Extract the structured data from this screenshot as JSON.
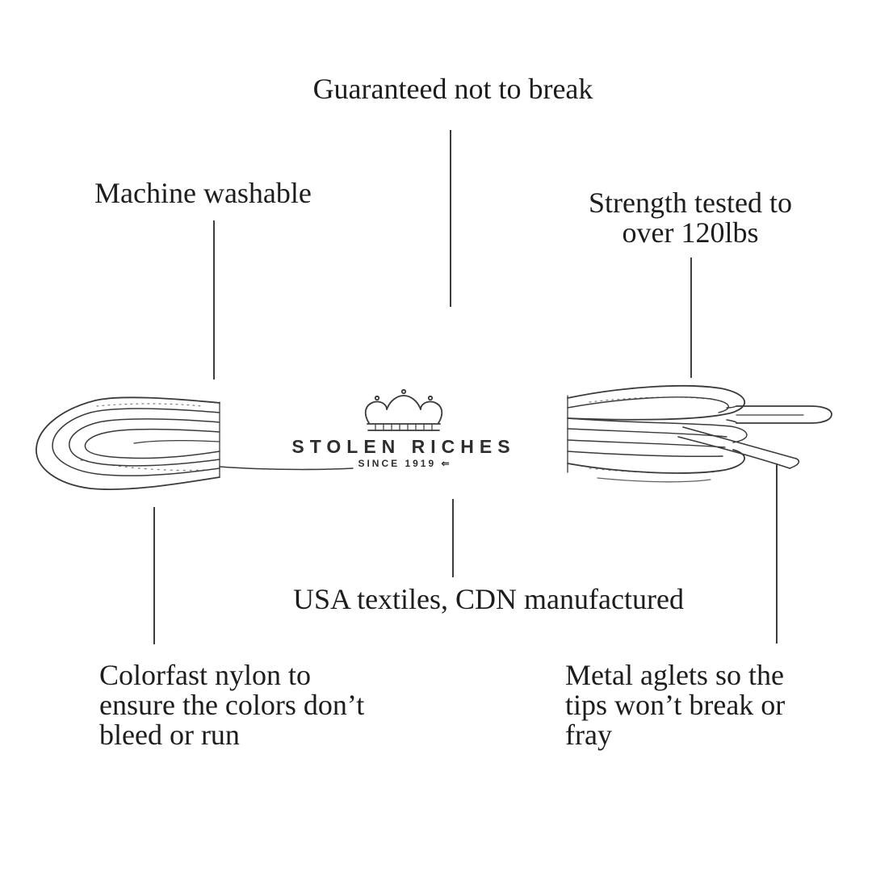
{
  "page": {
    "background": "#ffffff",
    "ink": "#1d1d1d",
    "sketch_stroke": "#3a3a3a"
  },
  "brand": {
    "name": "STOLEN RICHES",
    "tagline": "SINCE 1919",
    "tagline_arrow": "⇐",
    "crown_icon": "crown-icon"
  },
  "callouts": {
    "guaranteed": {
      "label": "Guaranteed not to break"
    },
    "machine_washable": {
      "label": "Machine washable"
    },
    "strength": {
      "lines": [
        "Strength tested to",
        "over 120lbs"
      ]
    },
    "usa": {
      "label": "USA textiles, CDN manufactured"
    },
    "colorfast": {
      "lines": [
        "Colorfast nylon to",
        "ensure the colors don’t",
        "bleed or run"
      ]
    },
    "metal_aglets": {
      "lines": [
        "Metal aglets so the",
        "tips won’t break or",
        "fray"
      ]
    }
  },
  "illustration": {
    "left": "folded shoelace bundle sketch",
    "right": "folded shoelace bundle with two metal aglets sketch"
  }
}
